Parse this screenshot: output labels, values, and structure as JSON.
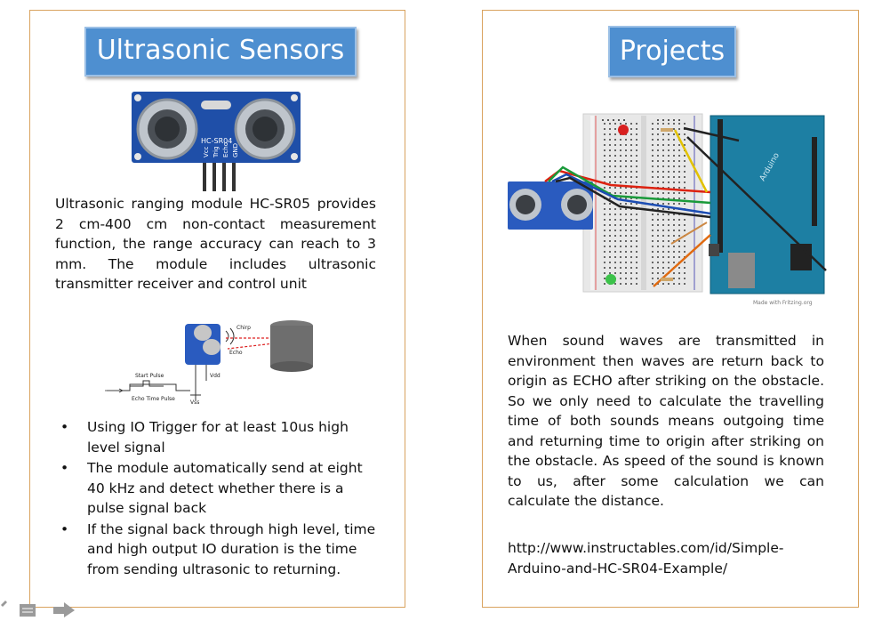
{
  "left": {
    "title": "Ultrasonic Sensors",
    "module_label": "HC-SR04",
    "pin_labels": [
      "Vcc",
      "Trig",
      "Echo",
      "GND"
    ],
    "paragraph": "Ultrasonic ranging module HC-SR05 provides 2 cm-400 cm non-contact measurement function, the range accuracy can reach to 3 mm. The module includes ultrasonic transmitter receiver and control unit",
    "diagram_labels": {
      "chirp": "Chirp",
      "echo": "Echo",
      "vdd": "Vdd",
      "vss": "Vss",
      "start_pulse": "Start Pulse",
      "echo_time_pulse": "Echo Time Pulse"
    },
    "bullets": [
      "Using IO Trigger for at least 10us high level signal",
      "The module automatically send at eight 40 kHz and detect whether there is a pulse signal back",
      "If the signal back through high level, time and high output IO duration is the time from sending ultrasonic to returning."
    ]
  },
  "right": {
    "title": "Projects",
    "fritzing_credit": "Made with Fritzing.org",
    "paragraph": "When sound waves are transmitted in environment then waves are return back to origin as ECHO after striking on the obstacle. So we only need to calculate the travelling time of both sounds means outgoing time and returning time to origin after striking on the obstacle. As speed of the sound is known to us, after some calculation we can calculate the distance.",
    "link": "http://www.instructables.com/id/Simple-Arduino-and-HC-SR04-Example/"
  },
  "colors": {
    "panel_border": "#d9a35f",
    "title_bg": "#4e8fd0",
    "sensor_blue": "#1f4fa8",
    "arduino_teal": "#1d7fa3"
  },
  "icons": [
    "pen-icon",
    "notes-icon",
    "next-arrow-icon"
  ]
}
